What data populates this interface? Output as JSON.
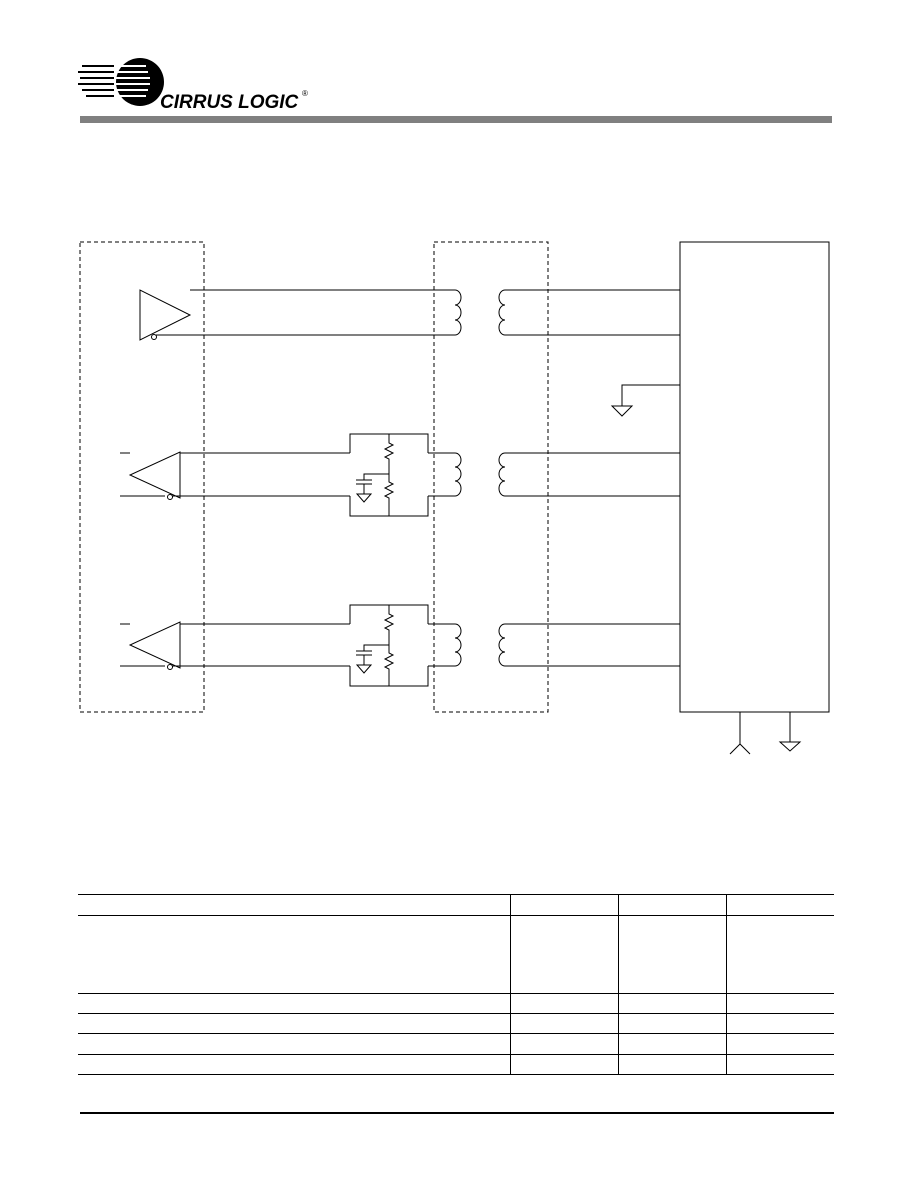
{
  "header": {
    "logo_text": "CIRRUS LOGIC",
    "logo_mark": "®",
    "rule_color": "#808080"
  },
  "schematic": {
    "line_color": "#000000",
    "dashed_boxes": [
      "driver-block-boundary",
      "transformer-block-boundary"
    ],
    "transmit_channels": 1,
    "receive_channels": 2
  },
  "table": {
    "columns": 4,
    "rows": [
      {
        "cells": [
          "",
          "",
          "",
          ""
        ]
      },
      {
        "cells": [
          "",
          "",
          "",
          ""
        ]
      },
      {
        "cells": [
          "",
          "",
          "",
          ""
        ]
      },
      {
        "cells": [
          "",
          "",
          "",
          ""
        ]
      },
      {
        "cells": [
          "",
          "",
          "",
          ""
        ]
      },
      {
        "cells": [
          "",
          "",
          "",
          ""
        ]
      }
    ]
  }
}
